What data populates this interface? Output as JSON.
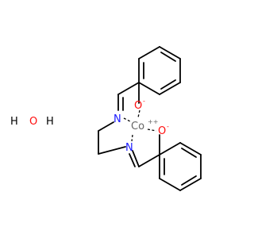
{
  "water": {
    "h1": "H",
    "o": "O",
    "h2": "H"
  },
  "complex": {
    "n1": "N",
    "n2": "N",
    "co": "Co",
    "co_charge": "++",
    "o1": "O",
    "o1_charge": "-",
    "o2": "O",
    "o2_charge": "-"
  },
  "colors": {
    "carbon": "#000000",
    "nitrogen": "#1a1aff",
    "oxygen": "#ff0d0d",
    "cobalt": "#666666"
  }
}
